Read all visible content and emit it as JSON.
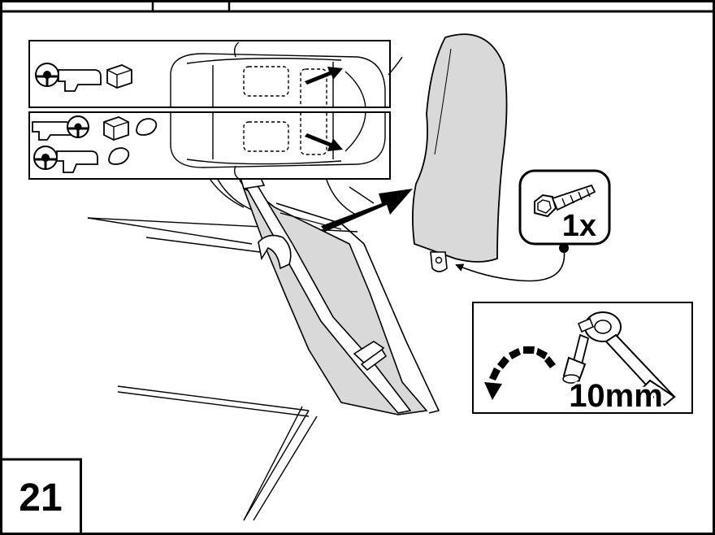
{
  "step": {
    "number": "21"
  },
  "fastener": {
    "quantity": "1x",
    "icon": "flange-bolt-icon"
  },
  "tool": {
    "size": "10mm",
    "icons": [
      "ratchet-wrench-icon",
      "socket-icon",
      "counterclockwise-rotation-icon"
    ]
  },
  "vehicle_variants": {
    "top": [
      "steering-wheel-icon",
      "dashboard-icon",
      "radio-unit-icon"
    ],
    "bottom_row_1": [
      "dashboard-icon",
      "steering-wheel-icon",
      "radio-unit-icon",
      "mirror-icon"
    ],
    "bottom_row_2": [
      "steering-wheel-icon",
      "dashboard-icon",
      "mirror-icon"
    ]
  },
  "colors": {
    "line": "#000000",
    "panel_fill": "#d9d9d9",
    "background": "#ffffff"
  }
}
